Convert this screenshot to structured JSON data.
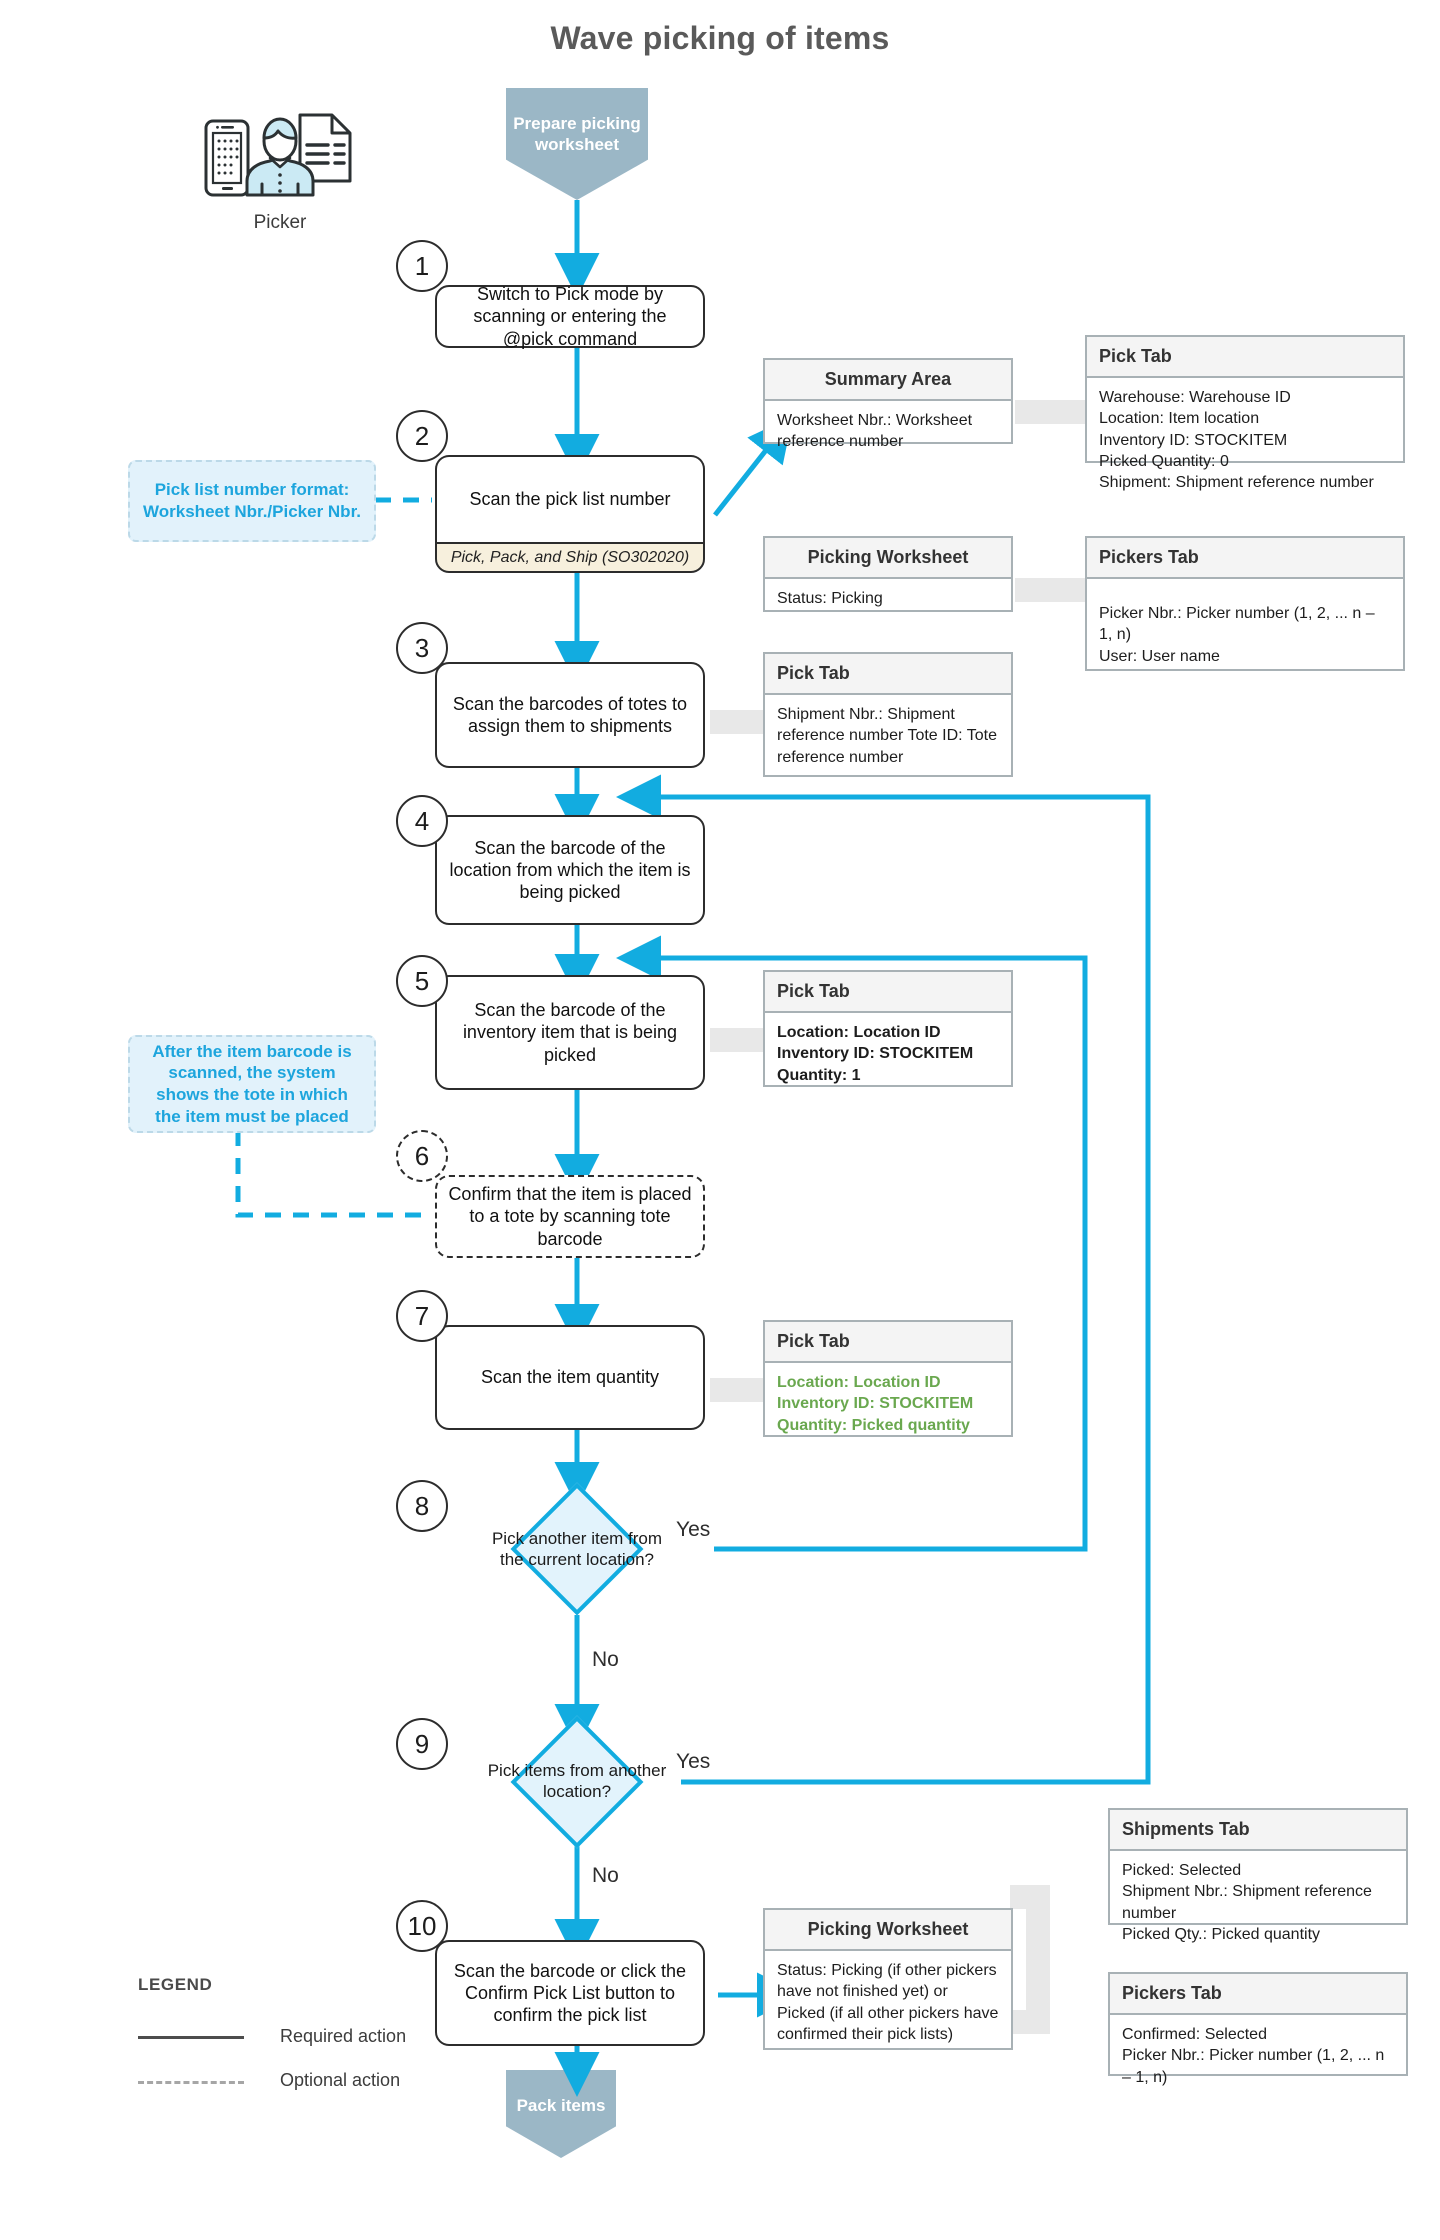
{
  "title": "Wave picking of items",
  "colors": {
    "flow_blue": "#12ace0",
    "banner_blue_gray": "#9bb7c6",
    "note_blue": "#1da5dd",
    "green_highlight": "#6aa84f",
    "box_border": "#2c2c2c",
    "info_border": "#a8b1b5"
  },
  "actor": {
    "label": "Picker",
    "icon": "picker-icon"
  },
  "terminators": {
    "start": "Prepare picking worksheet",
    "end": "Pack items"
  },
  "steps": [
    {
      "number": "1",
      "text": "Switch to Pick mode by scanning or entering the @pick command"
    },
    {
      "number": "2",
      "text": "Scan the pick list number",
      "footer": "Pick, Pack, and Ship (SO302020)"
    },
    {
      "number": "3",
      "text": "Scan the barcodes of totes to assign them to shipments"
    },
    {
      "number": "4",
      "text": "Scan the barcode of the location from which the item is being picked"
    },
    {
      "number": "5",
      "text": "Scan the barcode of the inventory item that is being picked"
    },
    {
      "number": "6",
      "text": "Confirm that the item is placed to a tote by scanning tote barcode",
      "optional": true
    },
    {
      "number": "7",
      "text": "Scan the item quantity"
    },
    {
      "number": "8",
      "text": "Pick another item from the current location?",
      "type": "decision"
    },
    {
      "number": "9",
      "text": "Pick items from another location?",
      "type": "decision"
    },
    {
      "number": "10",
      "text": "Scan the barcode or click the Confirm Pick List button to confirm the pick list"
    }
  ],
  "branch_labels": {
    "d8_yes": "Yes",
    "d8_no": "No",
    "d9_yes": "Yes",
    "d9_no": "No"
  },
  "info_boxes": {
    "summary_area": {
      "header": "Summary Area",
      "body": "Worksheet Nbr.: Worksheet reference number"
    },
    "pick_tab_1": {
      "header": "Pick Tab",
      "body": "Warehouse: Warehouse ID\nLocation: Item location\nInventory ID: STOCKITEM\nPicked Quantity: 0\nShipment: Shipment reference number"
    },
    "picking_worksheet_1": {
      "header": "Picking Worksheet",
      "body": "Status: Picking"
    },
    "pickers_tab_1": {
      "header": "Pickers Tab",
      "body": "Picker Nbr.: Picker number (1, 2, ... n – 1, n)\nUser: User name"
    },
    "pick_tab_3": {
      "header": "Pick Tab",
      "body": "Shipment Nbr.: Shipment reference number\nTote ID: Tote reference number"
    },
    "pick_tab_5": {
      "header": "Pick Tab",
      "body": "Location: Location ID\nInventory ID: STOCKITEM\nQuantity: 1"
    },
    "pick_tab_7": {
      "header": "Pick Tab",
      "body": "Location: Location ID\nInventory ID: STOCKITEM\nQuantity: Picked quantity"
    },
    "shipments_tab": {
      "header": "Shipments Tab",
      "body": "Picked: Selected\nShipment Nbr.: Shipment reference number\nPicked Qty.: Picked quantity"
    },
    "picking_worksheet_2": {
      "header": "Picking Worksheet",
      "body": "Status: Picking (if other pickers have not finished yet) or Picked (if all other pickers have confirmed their pick lists)"
    },
    "pickers_tab_2": {
      "header": "Pickers Tab",
      "body": "Confirmed: Selected\nPicker Nbr.: Picker number (1, 2, ... n – 1, n)"
    }
  },
  "notes": {
    "note1": "Pick list number format: Worksheet Nbr./Picker Nbr.",
    "note2": "After the item barcode is scanned, the system shows the tote in which the item must be placed"
  },
  "legend": {
    "title": "LEGEND",
    "required": "Required action",
    "optional": "Optional action"
  }
}
